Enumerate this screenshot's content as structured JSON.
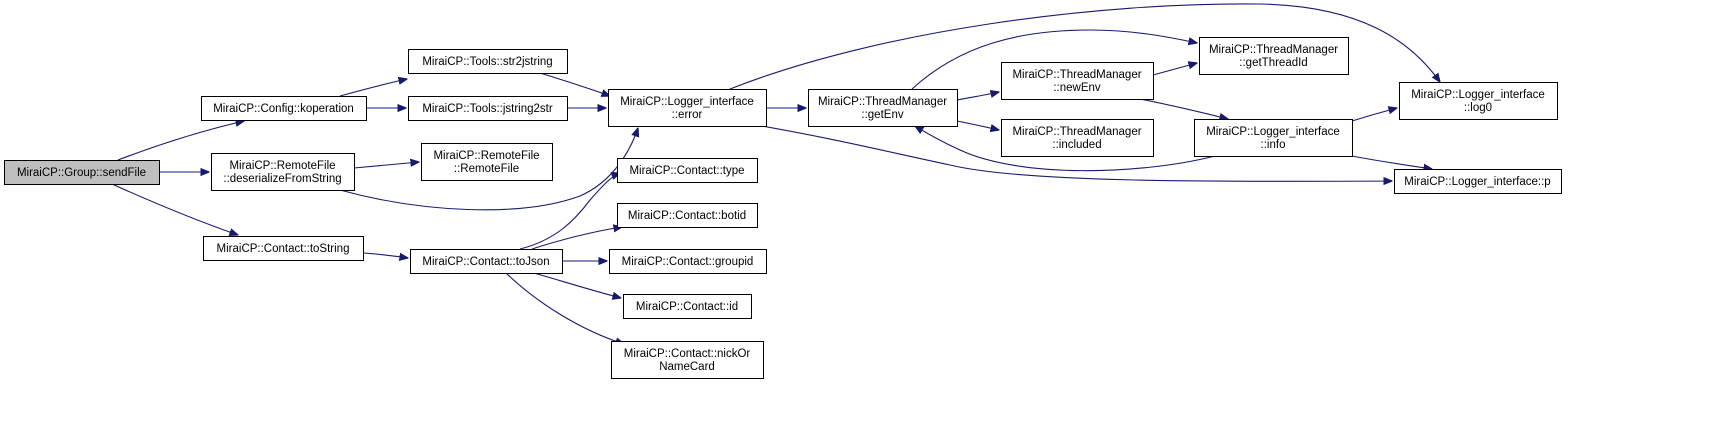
{
  "graph": {
    "nodes": {
      "group_sendfile": {
        "lines": [
          "MiraiCP::Group::sendFile"
        ],
        "current": true
      },
      "config_koperation": {
        "lines": [
          "MiraiCP::Config::koperation"
        ]
      },
      "remotefile_deserialize": {
        "lines": [
          "MiraiCP::RemoteFile",
          "::deserializeFromString"
        ]
      },
      "contact_tostring": {
        "lines": [
          "MiraiCP::Contact::toString"
        ]
      },
      "tools_str2jstring": {
        "lines": [
          "MiraiCP::Tools::str2jstring"
        ]
      },
      "tools_jstring2str": {
        "lines": [
          "MiraiCP::Tools::jstring2str"
        ]
      },
      "remotefile_remotefile": {
        "lines": [
          "MiraiCP::RemoteFile",
          "::RemoteFile"
        ]
      },
      "contact_tojson": {
        "lines": [
          "MiraiCP::Contact::toJson"
        ]
      },
      "logger_error": {
        "lines": [
          "MiraiCP::Logger_interface",
          "::error"
        ]
      },
      "contact_type": {
        "lines": [
          "MiraiCP::Contact::type"
        ]
      },
      "contact_botid": {
        "lines": [
          "MiraiCP::Contact::botid"
        ]
      },
      "contact_groupid": {
        "lines": [
          "MiraiCP::Contact::groupid"
        ]
      },
      "contact_id": {
        "lines": [
          "MiraiCP::Contact::id"
        ]
      },
      "contact_nickorname": {
        "lines": [
          "MiraiCP::Contact::nickOr",
          "NameCard"
        ]
      },
      "threadmanager_getenv": {
        "lines": [
          "MiraiCP::ThreadManager",
          "::getEnv"
        ]
      },
      "threadmanager_newenv": {
        "lines": [
          "MiraiCP::ThreadManager",
          "::newEnv"
        ]
      },
      "threadmanager_included": {
        "lines": [
          "MiraiCP::ThreadManager",
          "::included"
        ]
      },
      "threadmanager_getthreadid": {
        "lines": [
          "MiraiCP::ThreadManager",
          "::getThreadId"
        ]
      },
      "logger_info": {
        "lines": [
          "MiraiCP::Logger_interface",
          "::info"
        ]
      },
      "logger_log0": {
        "lines": [
          "MiraiCP::Logger_interface",
          "::log0"
        ]
      },
      "logger_p": {
        "lines": [
          "MiraiCP::Logger_interface::p"
        ]
      }
    },
    "edges": [
      [
        "group_sendfile",
        "config_koperation"
      ],
      [
        "group_sendfile",
        "remotefile_deserialize"
      ],
      [
        "group_sendfile",
        "contact_tostring"
      ],
      [
        "config_koperation",
        "tools_str2jstring"
      ],
      [
        "config_koperation",
        "tools_jstring2str"
      ],
      [
        "remotefile_deserialize",
        "remotefile_remotefile"
      ],
      [
        "remotefile_deserialize",
        "logger_error"
      ],
      [
        "contact_tostring",
        "contact_tojson"
      ],
      [
        "tools_str2jstring",
        "logger_error"
      ],
      [
        "tools_jstring2str",
        "logger_error"
      ],
      [
        "contact_tojson",
        "contact_type"
      ],
      [
        "contact_tojson",
        "contact_botid"
      ],
      [
        "contact_tojson",
        "contact_groupid"
      ],
      [
        "contact_tojson",
        "contact_id"
      ],
      [
        "contact_tojson",
        "contact_nickorname"
      ],
      [
        "logger_error",
        "threadmanager_getenv"
      ],
      [
        "logger_error",
        "logger_log0"
      ],
      [
        "logger_error",
        "logger_p"
      ],
      [
        "threadmanager_getenv",
        "threadmanager_getthreadid"
      ],
      [
        "threadmanager_getenv",
        "threadmanager_newenv"
      ],
      [
        "threadmanager_getenv",
        "threadmanager_included"
      ],
      [
        "threadmanager_newenv",
        "threadmanager_getthreadid"
      ],
      [
        "threadmanager_newenv",
        "logger_info"
      ],
      [
        "logger_info",
        "threadmanager_getenv"
      ],
      [
        "logger_info",
        "logger_log0"
      ],
      [
        "logger_info",
        "logger_p"
      ]
    ]
  }
}
